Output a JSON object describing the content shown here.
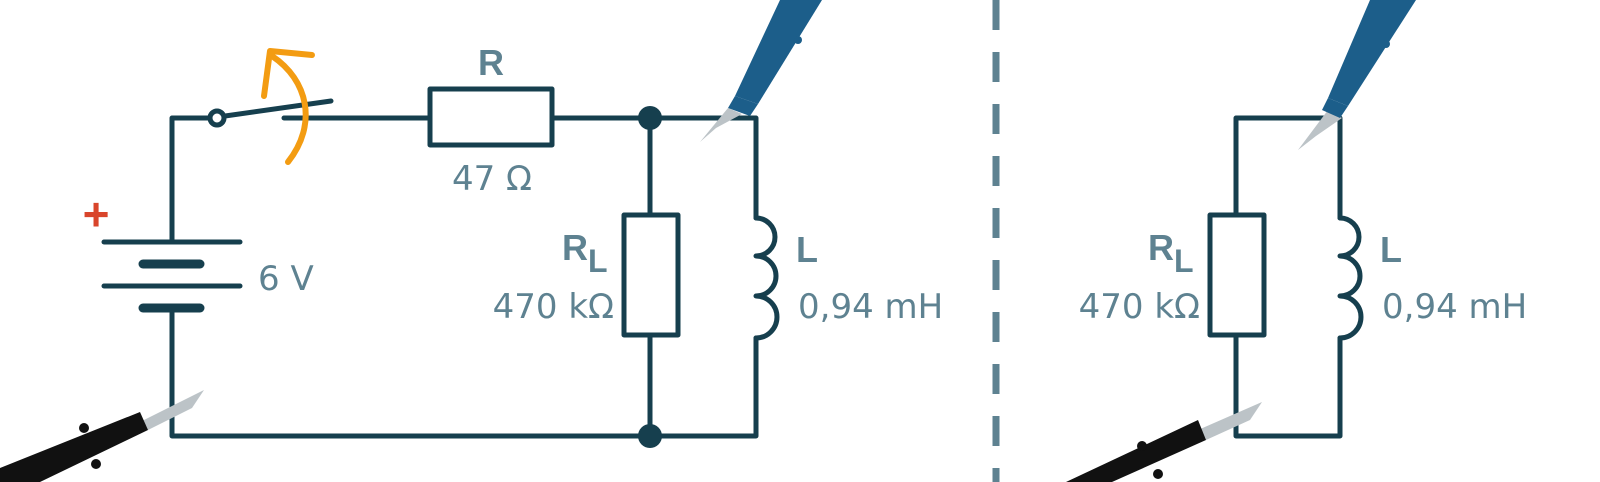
{
  "colors": {
    "wire": "#163f4e",
    "text": "#5e8291",
    "plus": "#d9452b",
    "arrow": "#f39c12",
    "probe_blue": "#1c5e8a",
    "probe_black": "#111111",
    "probe_tip": "#bcc3c7",
    "divider": "#5e8291"
  },
  "left_circuit": {
    "battery": {
      "plus": "+",
      "label": "6 V"
    },
    "resistor": {
      "symbol": "R",
      "value": "47 Ω"
    },
    "load_resistor": {
      "symbol": "R",
      "subscript": "L",
      "value": "470 kΩ"
    },
    "inductor": {
      "symbol": "L",
      "value": "0,94 mH"
    },
    "switch": {
      "state": "opening",
      "arrow_icon": "curved-arrow-icon"
    }
  },
  "right_circuit": {
    "load_resistor": {
      "symbol": "R",
      "subscript": "L",
      "value": "470 kΩ"
    },
    "inductor": {
      "symbol": "L",
      "value": "0,94 mH"
    }
  },
  "icons": [
    "probe-red-icon",
    "probe-black-icon",
    "curved-arrow-icon"
  ]
}
